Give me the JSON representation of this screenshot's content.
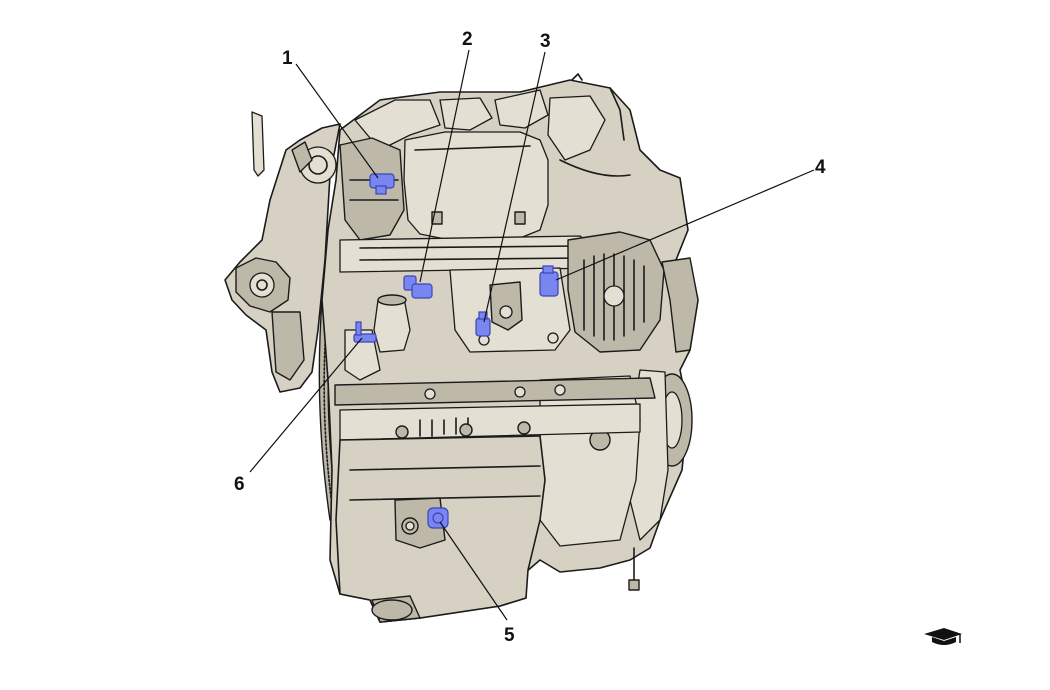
{
  "callouts": [
    {
      "id": "1",
      "label": "1"
    },
    {
      "id": "2",
      "label": "2"
    },
    {
      "id": "3",
      "label": "3"
    },
    {
      "id": "4",
      "label": "4"
    },
    {
      "id": "5",
      "label": "5"
    },
    {
      "id": "6",
      "label": "6"
    }
  ],
  "icons": {
    "corner": "graduation-cap-icon"
  },
  "colors": {
    "engine_body": "#d6d1c2",
    "sensor_highlight": "#7a86f0",
    "outline": "#1b1b1b"
  }
}
